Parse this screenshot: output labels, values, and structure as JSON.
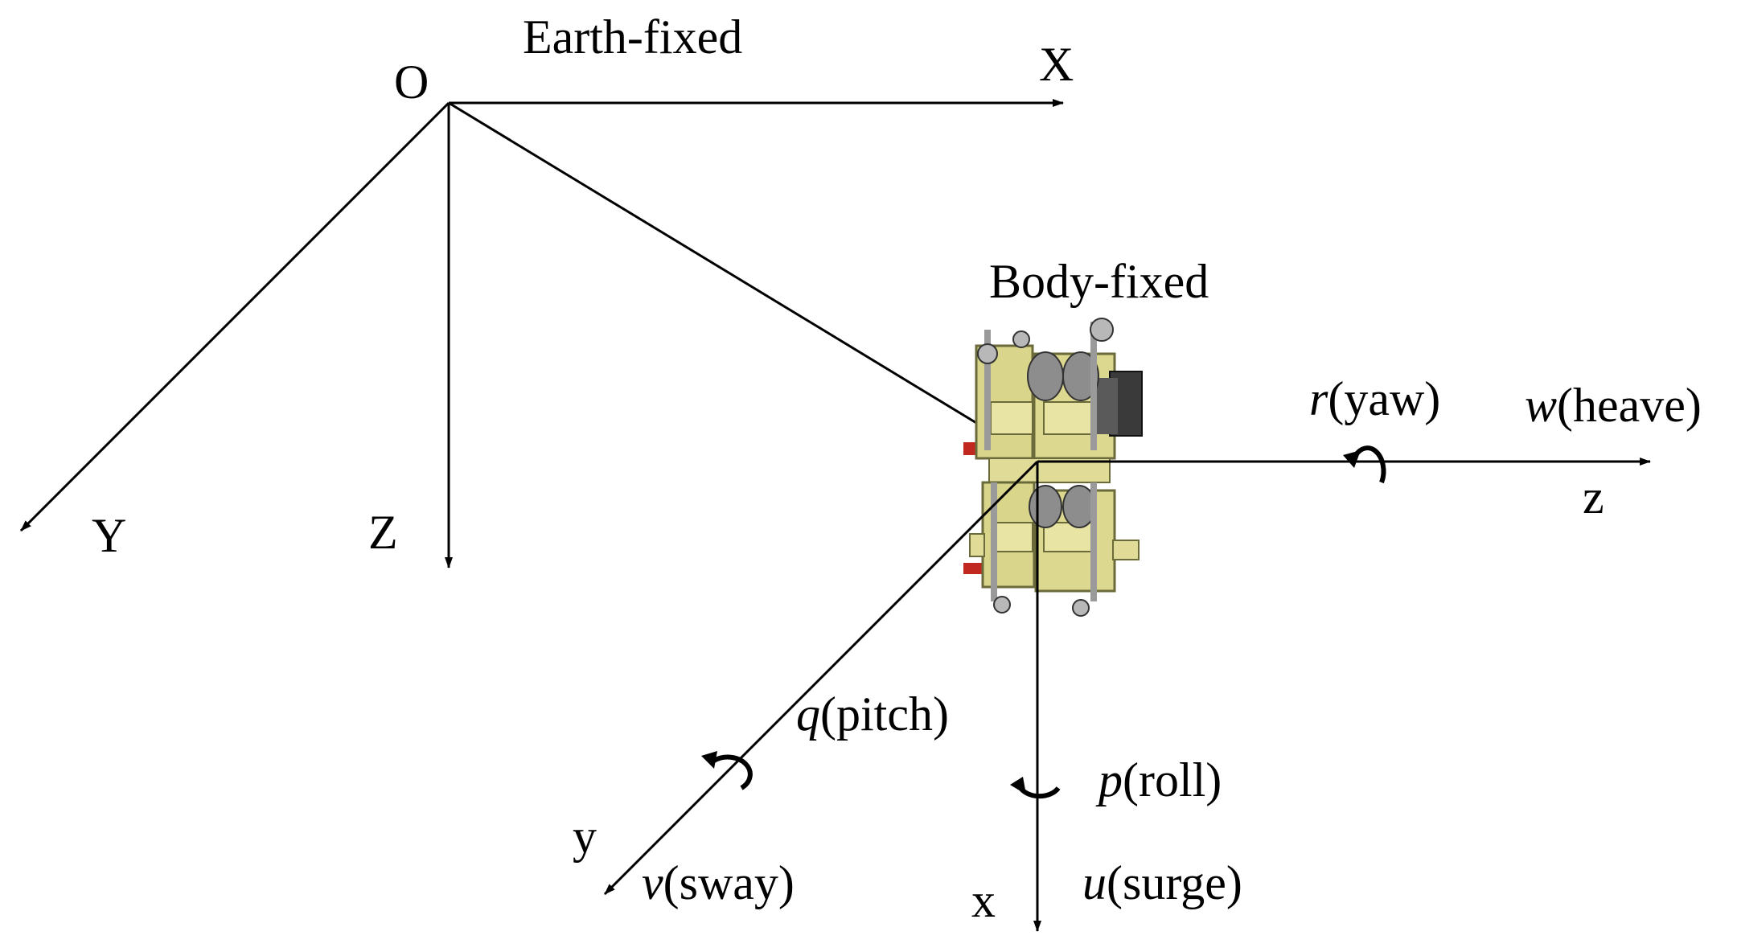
{
  "earth_frame": {
    "title": "Earth-fixed",
    "origin": "O",
    "axes": {
      "x": "X",
      "y": "Y",
      "z": "Z"
    }
  },
  "body_frame": {
    "title": "Body-fixed",
    "axes": {
      "x": "x",
      "y": "y",
      "z": "z"
    }
  },
  "motions": {
    "yaw": {
      "symbol": "r",
      "name": "(yaw)"
    },
    "heave": {
      "symbol": "w",
      "name": "(heave)"
    },
    "pitch": {
      "symbol": "q",
      "name": "(pitch)"
    },
    "roll": {
      "symbol": "p",
      "name": "(roll)"
    },
    "sway": {
      "symbol": "v",
      "name": "(sway)"
    },
    "surge": {
      "symbol": "u",
      "name": "(surge)"
    }
  }
}
